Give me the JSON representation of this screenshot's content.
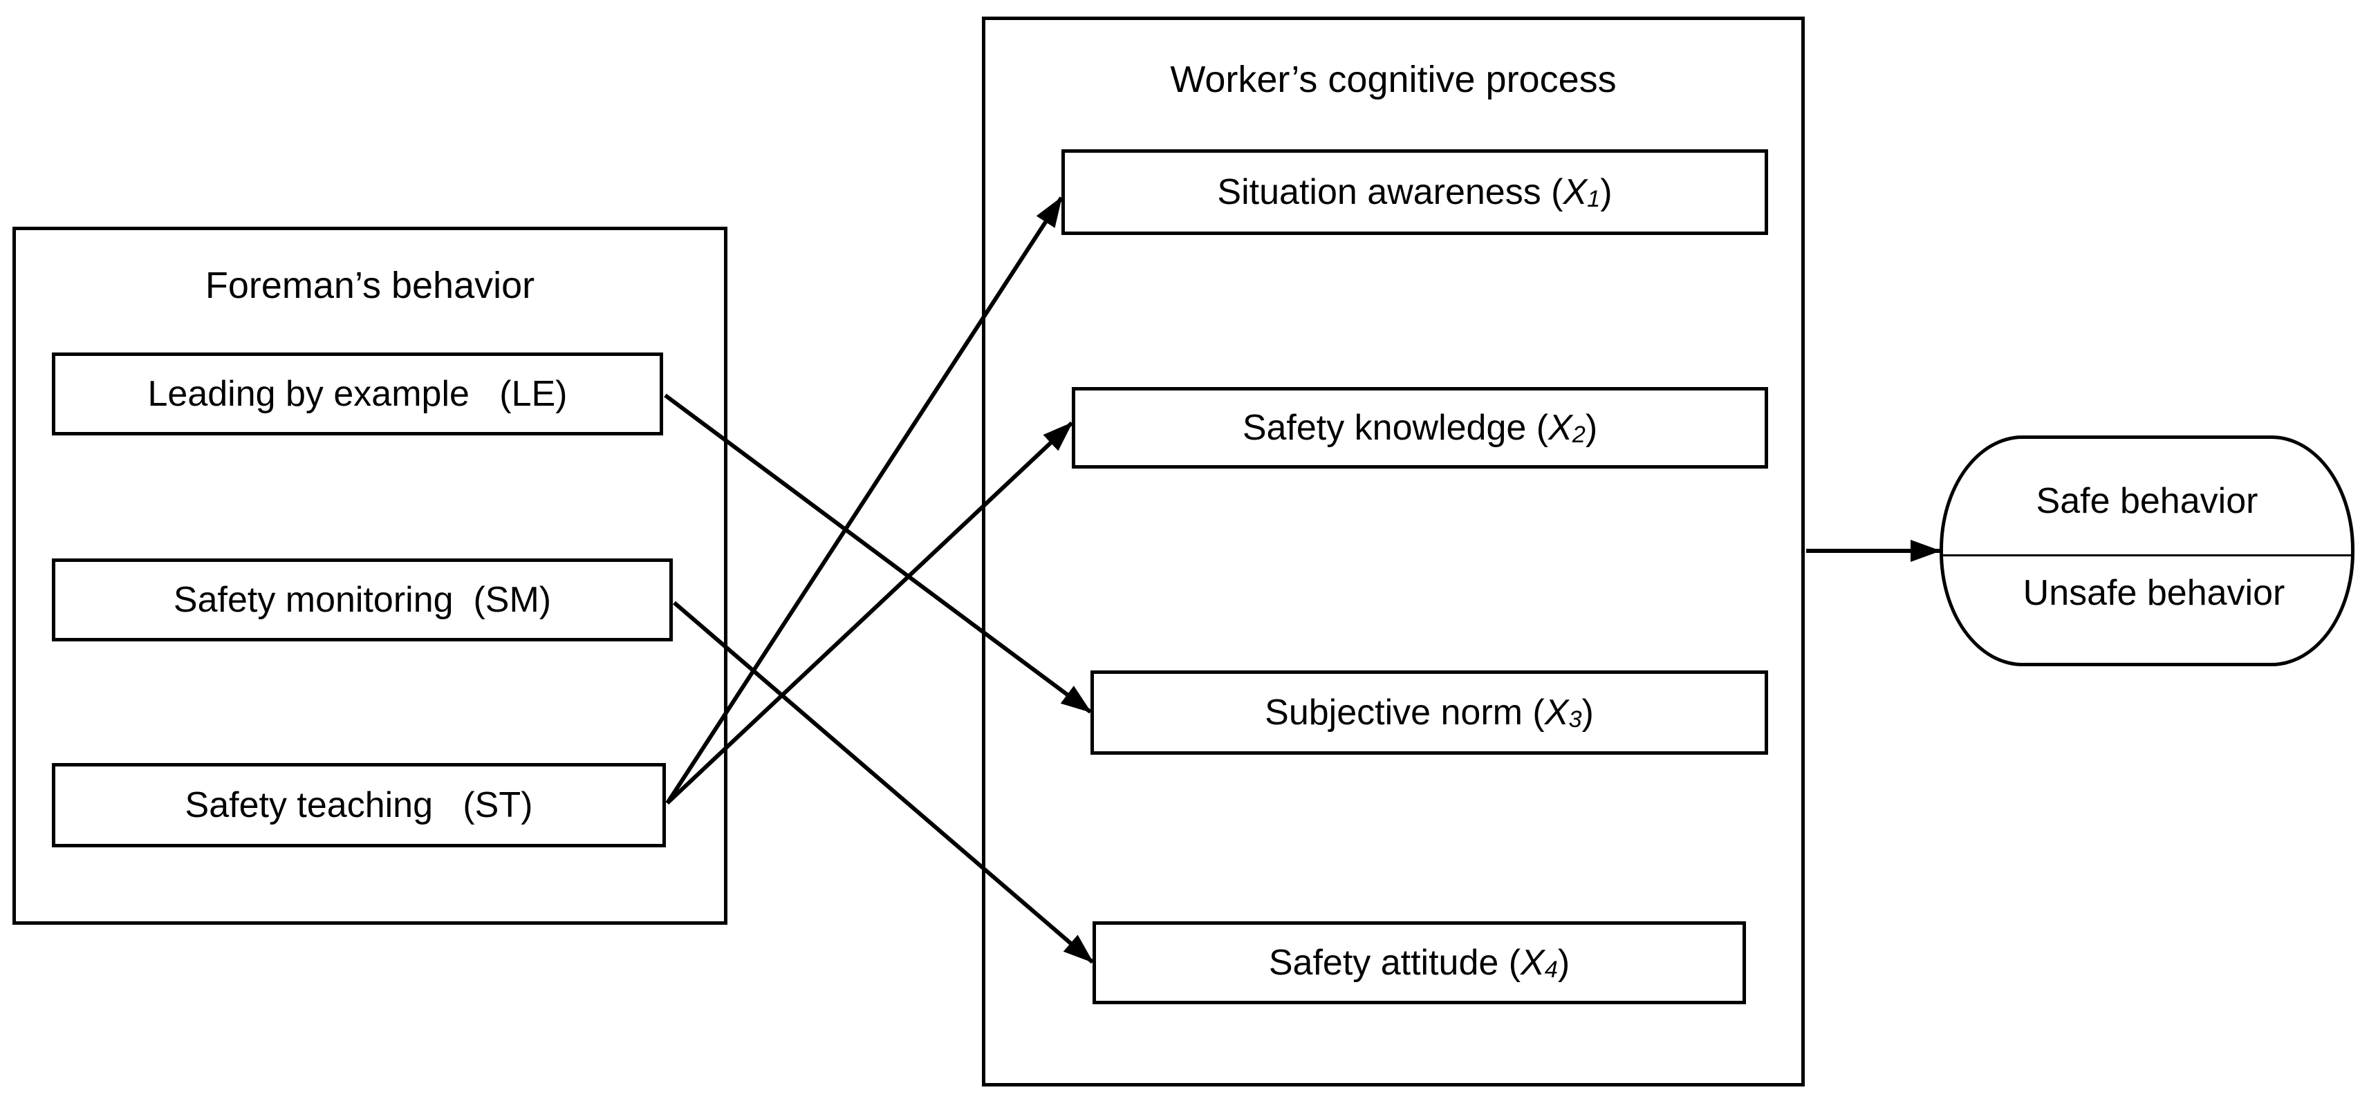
{
  "foreman_group": {
    "title": "Foreman’s behavior",
    "items": [
      {
        "label": "Leading by example   (LE)"
      },
      {
        "label": "Safety monitoring  (SM)"
      },
      {
        "label": "Safety teaching   (ST)"
      }
    ]
  },
  "worker_group": {
    "title": "Worker’s cognitive process",
    "items": [
      {
        "label": "Situation awareness (",
        "var": "X",
        "sub": "1",
        "close": ")"
      },
      {
        "label": "Safety knowledge (",
        "var": "X",
        "sub": "2",
        "close": ")"
      },
      {
        "label": "Subjective norm (",
        "var": "X",
        "sub": "3",
        "close": ")"
      },
      {
        "label": "Safety attitude (",
        "var": "X",
        "sub": "4",
        "close": ")"
      }
    ]
  },
  "outcome": {
    "top": "Safe behavior",
    "bottom": "Unsafe behavior"
  },
  "edges": [
    {
      "from": "Leading by example",
      "to": "Subjective norm"
    },
    {
      "from": "Safety monitoring",
      "to": "Safety attitude"
    },
    {
      "from": "Safety teaching",
      "to": "Situation awareness"
    },
    {
      "from": "Safety teaching",
      "to": "Safety knowledge"
    },
    {
      "from": "Worker’s cognitive process",
      "to": "Safe behavior / Unsafe behavior"
    }
  ]
}
